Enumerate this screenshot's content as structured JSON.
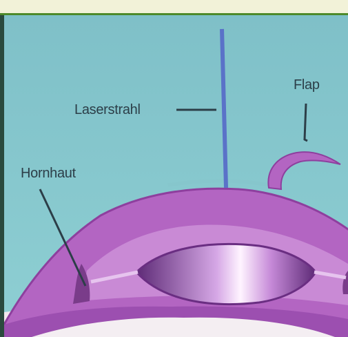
{
  "diagram": {
    "labels": {
      "laser_beam": "Laserstrahl",
      "flap": "Flap",
      "cornea": "Hornhaut"
    },
    "colors": {
      "background": "#86c6cc",
      "laser_beam": "#5a72c8",
      "cornea": "#b365c2",
      "eye_inner": "#7a3c8a",
      "lens": "#c48ad6",
      "leader_lines": "#2c3e48",
      "top_bar": "#f2f2d8",
      "top_bar_border": "#4d8a2a"
    }
  }
}
